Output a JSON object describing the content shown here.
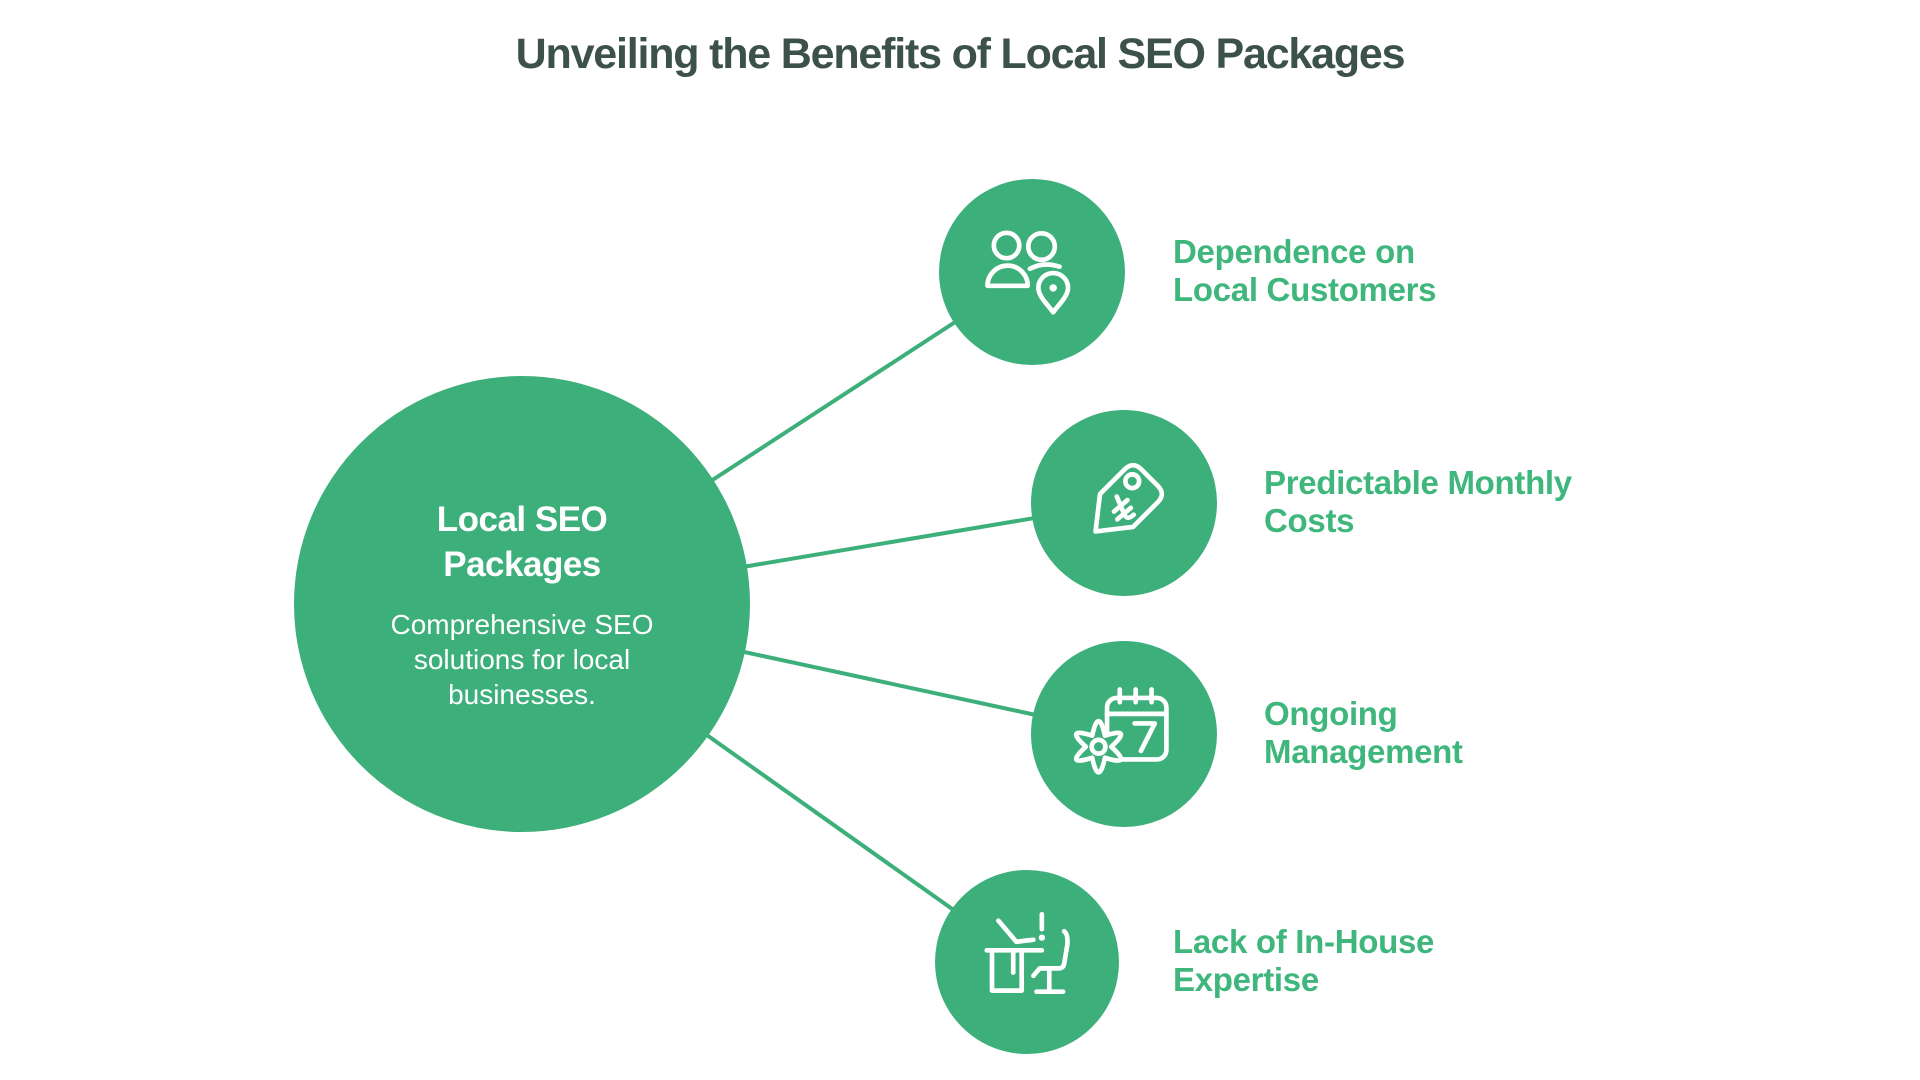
{
  "title": "Unveiling the Benefits of Local SEO Packages",
  "colors": {
    "background": "#FFFFFF",
    "circle_green": "#3DAF7B",
    "label_green": "#3FB67C",
    "title_color": "#3C5248",
    "icon_stroke": "#FFFFFF"
  },
  "center": {
    "heading_line1": "Local SEO",
    "heading_line2": "Packages",
    "description": "Comprehensive SEO solutions for local businesses."
  },
  "satellites": [
    {
      "icon": "people-location-icon",
      "label_line1": "Dependence on",
      "label_line2": "Local Customers"
    },
    {
      "icon": "price-tag-icon",
      "label_line1": "Predictable Monthly",
      "label_line2": "Costs"
    },
    {
      "icon": "calendar-gear-icon",
      "label_line1": "Ongoing",
      "label_line2": "Management"
    },
    {
      "icon": "desk-chair-icon",
      "label_line1": "Lack of In-House",
      "label_line2": "Expertise"
    }
  ]
}
